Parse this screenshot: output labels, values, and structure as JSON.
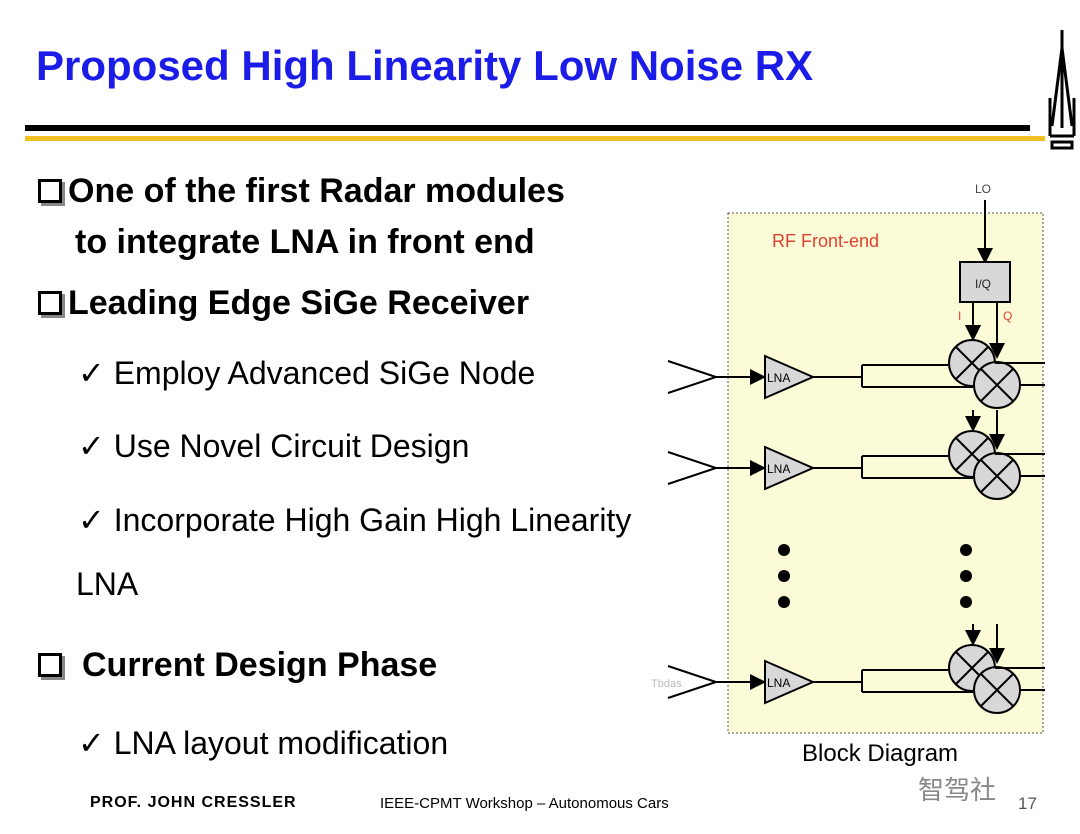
{
  "title": "Proposed High Linearity Low Noise RX",
  "bullets": [
    {
      "line1": "One of the first Radar modules",
      "line2": "to integrate LNA in front end"
    },
    {
      "line1": "Leading Edge SiGe Receiver"
    },
    {
      "line1": "Current Design Phase"
    }
  ],
  "subitems": [
    "✓ Employ Advanced SiGe Node",
    "✓ Use Novel Circuit Design",
    "✓ Incorporate High Gain High Linearity",
    "LNA",
    "✓ LNA layout modification"
  ],
  "diagram": {
    "region_label": "RF Front-end",
    "lo": "LO",
    "iq": "I/Q",
    "i": "I",
    "q": "Q",
    "lna": "LNA",
    "tx_label": "Tbdas",
    "caption": "Block Diagram"
  },
  "footer": {
    "author": "PROF. JOHN CRESSLER",
    "event": "IEEE-CPMT Workshop – Autonomous Cars",
    "page": "17",
    "watermark": "智驾社"
  },
  "colors": {
    "title": "#1c1ce8",
    "accent_rule": "#f0c020",
    "diagram_bg": "#fbfbd8",
    "label_red": "#e04030"
  }
}
